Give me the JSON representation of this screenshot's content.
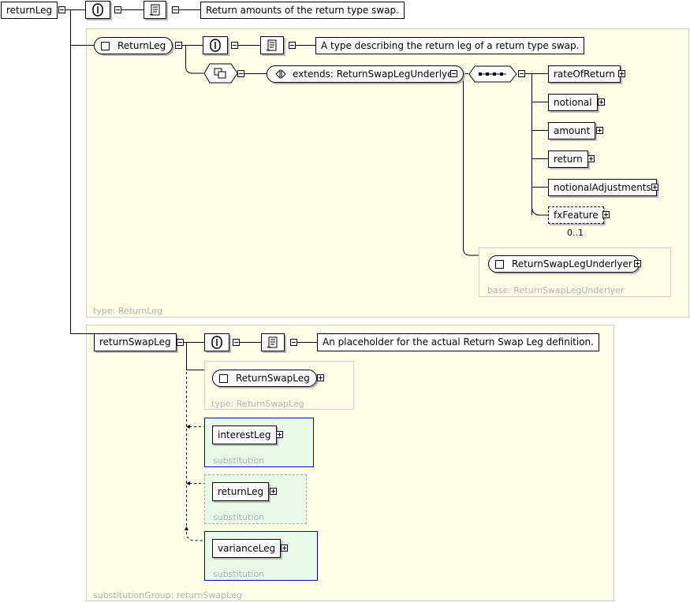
{
  "root": {
    "element": "returnLeg",
    "doc": "Return amounts of the return type swap."
  },
  "returnLegType": {
    "name": "ReturnLeg",
    "doc": "A type describing the return leg of a return type swap.",
    "extends": "extends: ReturnSwapLegUnderlyer",
    "children": [
      "rateOfReturn",
      "notional",
      "amount",
      "return",
      "notionalAdjustments",
      "fxFeature"
    ],
    "fxFeature_cardinality": "0..1",
    "base_type": "ReturnSwapLegUnderlyer",
    "base_caption": "base: ReturnSwapLegUnderlyer",
    "type_caption": "type: ReturnLeg"
  },
  "returnSwapLeg": {
    "element": "returnSwapLeg",
    "doc": "An placeholder for the actual Return Swap Leg definition.",
    "type_name": "ReturnSwapLeg",
    "type_caption": "type: ReturnSwapLeg",
    "substitutions": [
      {
        "name": "interestLeg",
        "caption": "substitution"
      },
      {
        "name": "returnLeg",
        "caption": "substitution"
      },
      {
        "name": "varianceLeg",
        "caption": "substitution"
      }
    ],
    "group_caption": "substitutionGroup: returnSwapLeg"
  },
  "colors": {
    "region_yellow": "#fdfde8",
    "region_green": "#e8fbe8",
    "caption_grey": "#b0b0b0",
    "substitution_border_blue": "#0000c0"
  },
  "icons": [
    "annotation-icon",
    "documentation-icon",
    "complex-type-icon",
    "extension-icon",
    "sequence-icon",
    "expand-icon",
    "collapse-icon"
  ]
}
